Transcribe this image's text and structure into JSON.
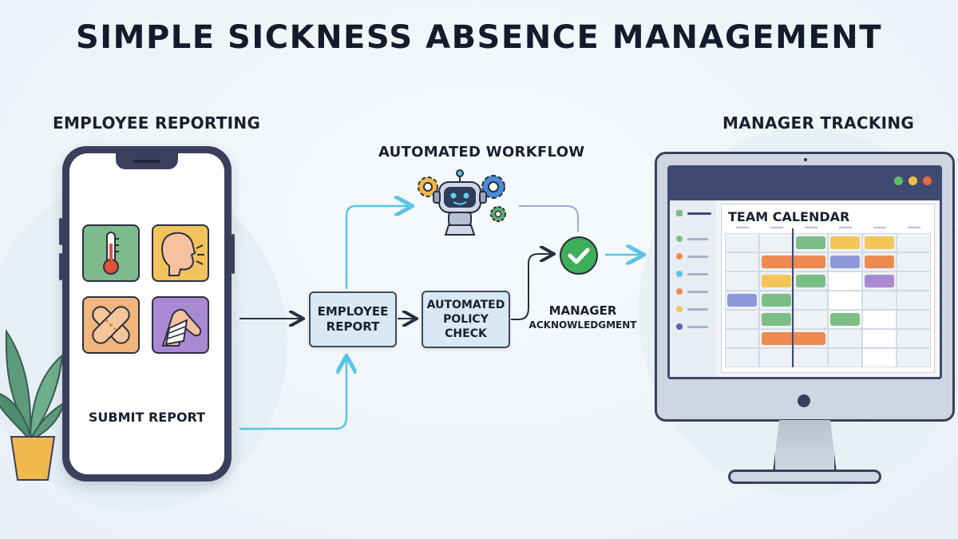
{
  "title": "SIMPLE SICKNESS ABSENCE MANAGEMENT",
  "sections": {
    "employee": "EMPLOYEE REPORTING",
    "workflow": "AUTOMATED WORKFLOW",
    "manager": "MANAGER TRACKING"
  },
  "phone": {
    "symptoms": [
      "thermometer-icon",
      "sick-face-icon",
      "bandage-icon",
      "bandaged-arm-icon"
    ],
    "submit_label": "SUBMIT REPORT"
  },
  "flow": {
    "employee_report_line1": "EMPLOYEE",
    "employee_report_line2": "REPORT",
    "policy_line1": "AUTOMATED",
    "policy_line2": "POLICY",
    "policy_line3": "CHECK",
    "ack_line1": "MANAGER",
    "ack_line2": "ACKNOWLEDGMENT"
  },
  "calendar": {
    "title": "TEAM CALENDAR"
  },
  "colors": {
    "accent_cyan": "#5bc3e6",
    "check_green": "#3fae5a",
    "event_green": "#7bbf86",
    "event_orange": "#ec8a4f",
    "event_yellow": "#f3c659",
    "event_purple": "#a98ad2",
    "event_blue": "#8c98d8"
  }
}
